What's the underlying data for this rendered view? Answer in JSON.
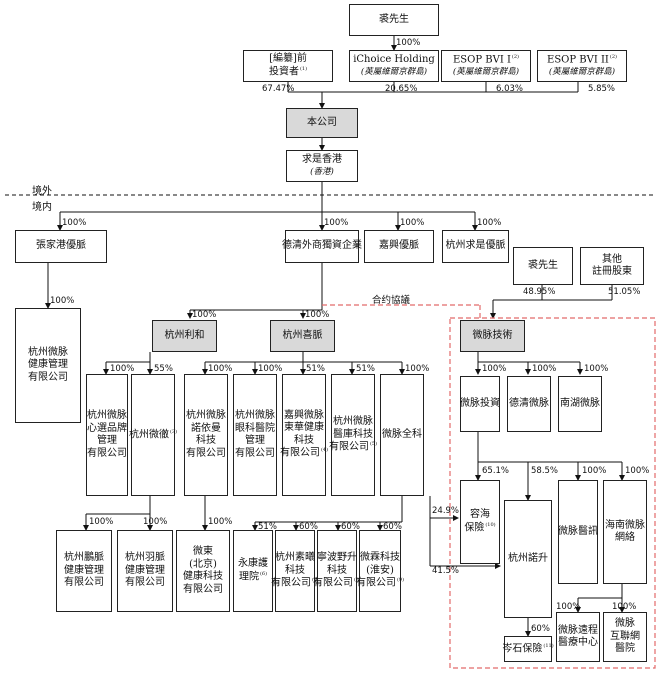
{
  "regions": {
    "offshore": "境外",
    "onshore": "境内"
  },
  "vie_label": "合约協議",
  "entities": {
    "qiu_top": {
      "lines": [
        "裘先生"
      ]
    },
    "redacted_investors": {
      "lines": [
        "[編纂]前",
        "投資者"
      ],
      "note": "(1)"
    },
    "ichoice": {
      "lines": [
        "iChoice Holding"
      ],
      "sub": "(英屬維爾京群島)"
    },
    "esop1": {
      "lines": [
        "ESOP BVI I"
      ],
      "note": "(2)",
      "sub": "(英屬維爾京群島)"
    },
    "esop2": {
      "lines": [
        "ESOP BVI II"
      ],
      "note": "(2)",
      "sub": "(英屬維爾京群島)"
    },
    "company": {
      "lines": [
        "本公司"
      ]
    },
    "qiushi_hk": {
      "lines": [
        "求是香港"
      ],
      "sub": "(香港)"
    },
    "zhangjiagang": {
      "lines": [
        "張家港優脈"
      ]
    },
    "hz_weimai_health": {
      "lines": [
        "杭州微脉",
        "健康管理",
        "有限公司"
      ]
    },
    "deqing_wfoe": {
      "lines": [
        "德清外商獨資企業"
      ]
    },
    "jiaxing": {
      "lines": [
        "嘉興優脈"
      ]
    },
    "hz_qiushi": {
      "lines": [
        "杭州求是優脈"
      ]
    },
    "qiu_right": {
      "lines": [
        "裘先生"
      ]
    },
    "other_reg": {
      "lines": [
        "其他",
        "註冊股東"
      ]
    },
    "weimai_tech": {
      "lines": [
        "微脉技術"
      ]
    },
    "hz_lihe": {
      "lines": [
        "杭州利和"
      ]
    },
    "hz_ximai": {
      "lines": [
        "杭州喜脈"
      ]
    },
    "xinxuan": {
      "lines": [
        "杭州微脉",
        "心選品牌",
        "管理",
        "有限公司"
      ]
    },
    "hz_weiche": {
      "lines": [
        "杭州微徹"
      ],
      "note": "(3)"
    },
    "nuoyiman": {
      "lines": [
        "杭州微脉",
        "諾依曼",
        "科技",
        "有限公司"
      ]
    },
    "eye_hosp": {
      "lines": [
        "杭州微脉",
        "眼科醫院",
        "管理",
        "有限公司"
      ]
    },
    "jiaxing_dongshen": {
      "lines": [
        "嘉興微脉",
        "東華健康",
        "科技",
        "有限公司"
      ],
      "note": "(4)"
    },
    "yiku": {
      "lines": [
        "杭州微脉",
        "醫庫科技",
        "有限公司"
      ],
      "note": "(5)"
    },
    "quanke": {
      "lines": [
        "微脉全科"
      ]
    },
    "weimai_invest": {
      "lines": [
        "微脉投資"
      ]
    },
    "deqing_weimai": {
      "lines": [
        "德清微脉"
      ]
    },
    "nanhu": {
      "lines": [
        "南湖微脉"
      ]
    },
    "ronghai": {
      "lines": [
        "容海",
        "保險"
      ],
      "note": "(10)"
    },
    "hz_nuosheng": {
      "lines": [
        "杭州諾升"
      ]
    },
    "xunyi": {
      "lines": [
        "微脉醫訊"
      ]
    },
    "hainan": {
      "lines": [
        "海南微脉",
        "網絡"
      ]
    },
    "censhi": {
      "lines": [
        "岑石保險"
      ],
      "note": "(11)"
    },
    "remote_center": {
      "lines": [
        "微脉遠程",
        "醫療中心"
      ]
    },
    "internet_hosp": {
      "lines": [
        "微脉",
        "互聯網",
        "醫院"
      ]
    },
    "pengmai": {
      "lines": [
        "杭州鵬脈",
        "健康管理",
        "有限公司"
      ]
    },
    "yumai": {
      "lines": [
        "杭州羽脈",
        "健康管理",
        "有限公司"
      ]
    },
    "weidong": {
      "lines": [
        "微東",
        "(北京)",
        "健康科技",
        "有限公司"
      ]
    },
    "yongkang": {
      "lines": [
        "永康護",
        "理院"
      ],
      "note": "(6)"
    },
    "suxi": {
      "lines": [
        "杭州素曦",
        "科技",
        "有限公司"
      ],
      "note": "(7)"
    },
    "ningbo": {
      "lines": [
        "寧波野升",
        "科技",
        "有限公司"
      ],
      "note": "(8)"
    },
    "huaian": {
      "lines": [
        "微霖科技",
        "(淮安)",
        "有限公司"
      ],
      "note": "(9)"
    }
  },
  "percentages": {
    "qiu_ichoice": "100%",
    "inv_company": "67.47%",
    "ichoice_company": "20.65%",
    "esop1_company": "6.03%",
    "esop2_company": "5.85%",
    "hk_zjg": "100%",
    "zjg_health": "100%",
    "hk_deqing": "100%",
    "hk_jiaxing": "100%",
    "hk_hzqiushi": "100%",
    "qiu_tech": "48.95%",
    "other_tech": "51.05%",
    "deqing_lihe": "100%",
    "deqing_ximai": "100%",
    "lihe_xinxuan": "100%",
    "lihe_weiche": "55%",
    "ximai_nuoyiman": "100%",
    "ximai_eye": "100%",
    "ximai_dongshen": "51%",
    "ximai_yiku": "51%",
    "ximai_quanke": "100%",
    "tech_invest": "100%",
    "tech_deqing": "100%",
    "tech_nanhu": "100%",
    "invest_ronghai": "65.1%",
    "invest_nuosheng": "58.5%",
    "invest_xunyi": "100%",
    "invest_hainan": "100%",
    "ximai_ronghai": "24.9%",
    "ximai_nuosheng": "41.5%",
    "nuosheng_censhi": "60%",
    "hainan_remote": "100%",
    "hainan_internet": "100%",
    "weiche_pengmai": "100%",
    "weiche_yumai": "100%",
    "nuoyiman_weidong": "100%",
    "quanke_yongkang": "51%",
    "quanke_suxi": "60%",
    "quanke_ningbo": "60%",
    "quanke_huaian": "60%"
  }
}
